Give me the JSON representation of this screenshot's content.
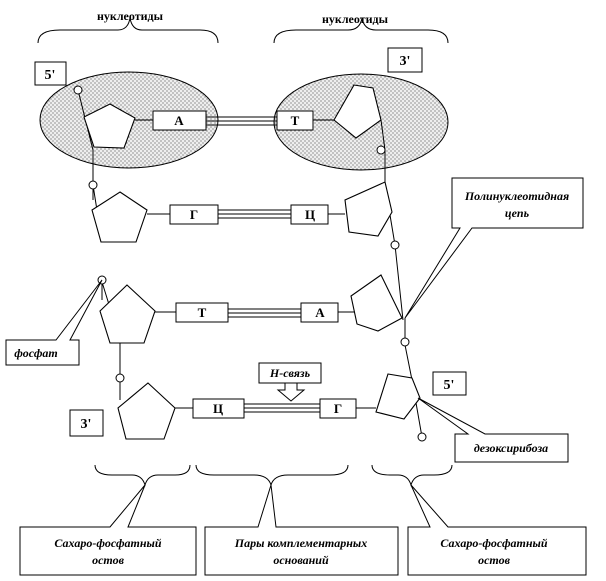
{
  "labels": {
    "nucleotides_left": "нуклеотиды",
    "nucleotides_right": "нуклеотиды",
    "end_5_top": "5'",
    "end_3_top": "3'",
    "end_3_bottom": "3'",
    "end_5_bottom": "5'",
    "polynucleotide_line1": "Полинуклеотидная",
    "polynucleotide_line2": "цепь",
    "phosphate": "фосфат",
    "h_bond": "Н-связь",
    "deoxyribose": "дезоксирибоза",
    "backbone_left_line1": "Сахаро-фосфатный",
    "backbone_left_line2": "остов",
    "pairs_line1": "Пары комплементарных",
    "pairs_line2": "оснований",
    "backbone_right_line1": "Сахаро-фосфатный",
    "backbone_right_line2": "остов"
  },
  "base_pairs": [
    {
      "left": "А",
      "right": "Т"
    },
    {
      "left": "Г",
      "right": "Ц"
    },
    {
      "left": "Т",
      "right": "А"
    },
    {
      "left": "Ц",
      "right": "Г"
    }
  ],
  "colors": {
    "stroke": "#000000",
    "ellipse_fill": "#e6e6e6",
    "background": "#ffffff"
  }
}
